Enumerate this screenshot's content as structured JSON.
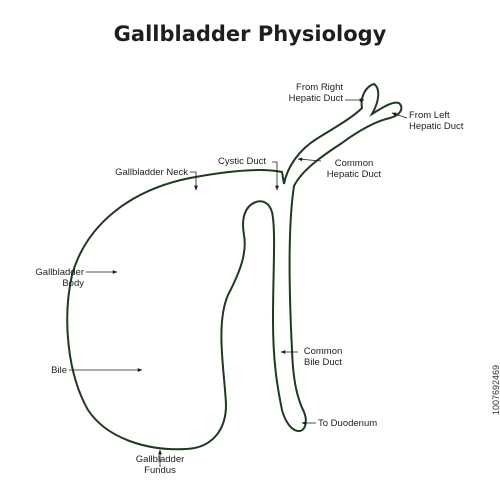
{
  "title": "Gallbladder Physiology",
  "labels": {
    "from_right_hepatic_duct": [
      "From Right",
      "Hepatic Duct"
    ],
    "from_left_hepatic_duct": [
      "From Left",
      "Hepatic Duct"
    ],
    "cystic_duct": "Cystic Duct",
    "common_hepatic_duct": [
      "Common",
      "Hepatic Duct"
    ],
    "gallbladder_neck": "Gallbladder Neck",
    "gallbladder_body": [
      "Gallbladder",
      "Body"
    ],
    "common_bile_duct": [
      "Common",
      "Bile Duct"
    ],
    "bile": "Bile",
    "to_duodenum": "To Duodenum",
    "gallbladder_fundus": [
      "Gallbladder",
      "Fundus"
    ]
  },
  "watermark_id": "1007692469",
  "colors": {
    "outline": "#1f3a1f",
    "arrow": "#1e1e1e",
    "text": "#1e1e1e"
  }
}
